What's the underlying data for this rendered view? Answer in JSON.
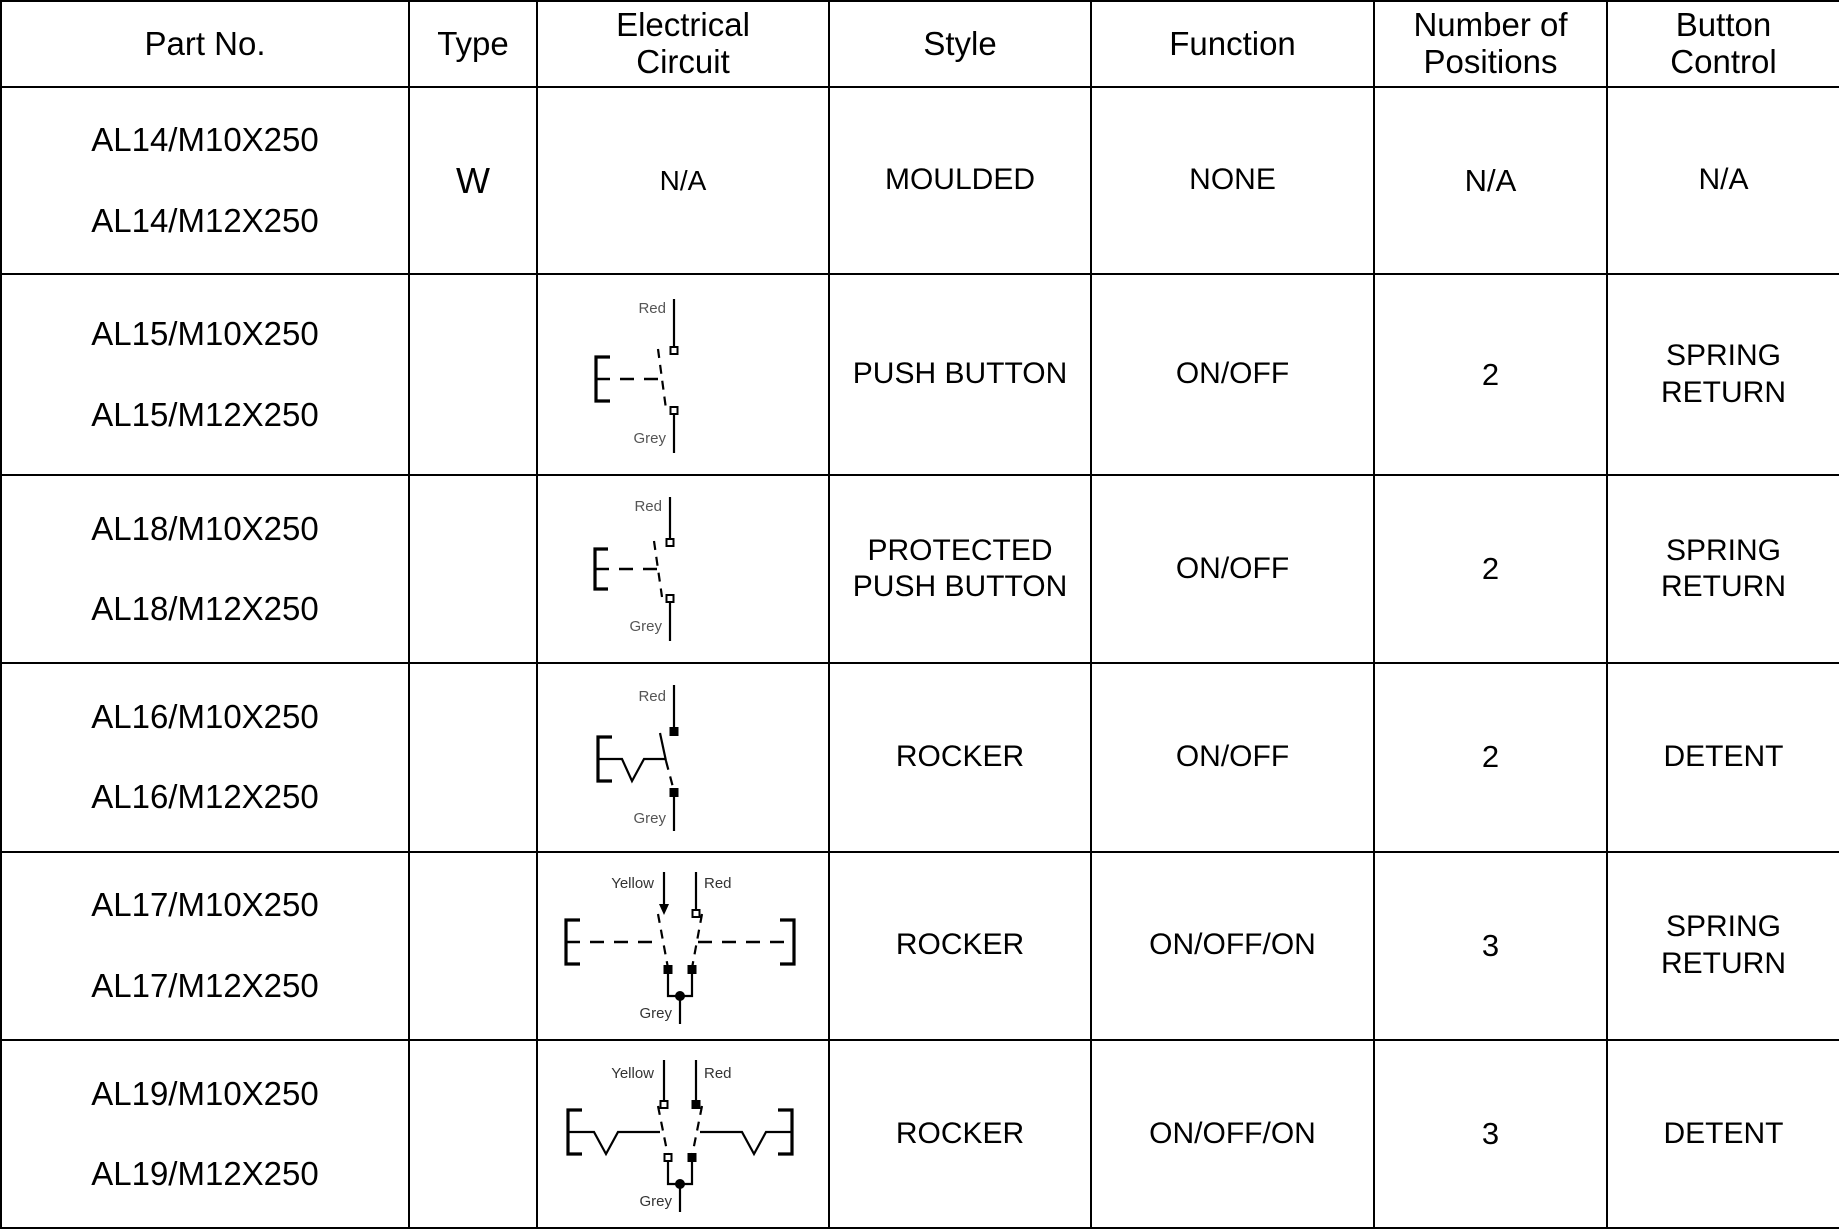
{
  "table": {
    "headers": [
      {
        "id": "part-no",
        "label": "Part No."
      },
      {
        "id": "type",
        "label": "Type"
      },
      {
        "id": "electrical-circuit",
        "line1": "Electrical",
        "line2": "Circuit"
      },
      {
        "id": "style",
        "label": "Style"
      },
      {
        "id": "function",
        "label": "Function"
      },
      {
        "id": "number-of-positions",
        "line1": "Number of",
        "line2": "Positions"
      },
      {
        "id": "button-control",
        "line1": "Button",
        "line2": "Control"
      }
    ],
    "rows": [
      {
        "part_numbers": [
          "AL14/M10X250",
          "AL14/M12X250"
        ],
        "type": "W",
        "circuit": "N/A",
        "circuit_kind": "none",
        "style_line1": "MOULDED",
        "style_line2": "",
        "function": "NONE",
        "positions": "N/A",
        "button_control_line1": "N/A",
        "button_control_line2": ""
      },
      {
        "part_numbers": [
          "AL15/M10X250",
          "AL15/M12X250"
        ],
        "type": "",
        "circuit": "",
        "circuit_kind": "push-button",
        "circuit_labels": {
          "top": "Red",
          "bottom": "Grey"
        },
        "style_line1": "PUSH BUTTON",
        "style_line2": "",
        "function": "ON/OFF",
        "positions": "2",
        "button_control_line1": "SPRING",
        "button_control_line2": "RETURN"
      },
      {
        "part_numbers": [
          "AL18/M10X250",
          "AL18/M12X250"
        ],
        "type": "",
        "circuit": "",
        "circuit_kind": "push-button",
        "circuit_labels": {
          "top": "Red",
          "bottom": "Grey"
        },
        "style_line1": "PROTECTED",
        "style_line2": "PUSH BUTTON",
        "function": "ON/OFF",
        "positions": "2",
        "button_control_line1": "SPRING",
        "button_control_line2": "RETURN"
      },
      {
        "part_numbers": [
          "AL16/M10X250",
          "AL16/M12X250"
        ],
        "type": "",
        "circuit": "",
        "circuit_kind": "rocker-2pos",
        "circuit_labels": {
          "top": "Red",
          "bottom": "Grey"
        },
        "style_line1": "ROCKER",
        "style_line2": "",
        "function": "ON/OFF",
        "positions": "2",
        "button_control_line1": "DETENT",
        "button_control_line2": ""
      },
      {
        "part_numbers": [
          "AL17/M10X250",
          "AL17/M12X250"
        ],
        "type": "",
        "circuit": "",
        "circuit_kind": "rocker-3pos-spring",
        "circuit_labels": {
          "left": "Yellow",
          "right": "Red",
          "bottom": "Grey"
        },
        "style_line1": "ROCKER",
        "style_line2": "",
        "function": "ON/OFF/ON",
        "positions": "3",
        "button_control_line1": "SPRING",
        "button_control_line2": "RETURN"
      },
      {
        "part_numbers": [
          "AL19/M10X250",
          "AL19/M12X250"
        ],
        "type": "",
        "circuit": "",
        "circuit_kind": "rocker-3pos-detent",
        "circuit_labels": {
          "left": "Yellow",
          "right": "Red",
          "bottom": "Grey"
        },
        "style_line1": "ROCKER",
        "style_line2": "",
        "function": "ON/OFF/ON",
        "positions": "3",
        "button_control_line1": "DETENT",
        "button_control_line2": ""
      }
    ]
  },
  "colors": {
    "border": "#000000",
    "background": "#ffffff",
    "text": "#000000",
    "wire_label": "#555555"
  }
}
